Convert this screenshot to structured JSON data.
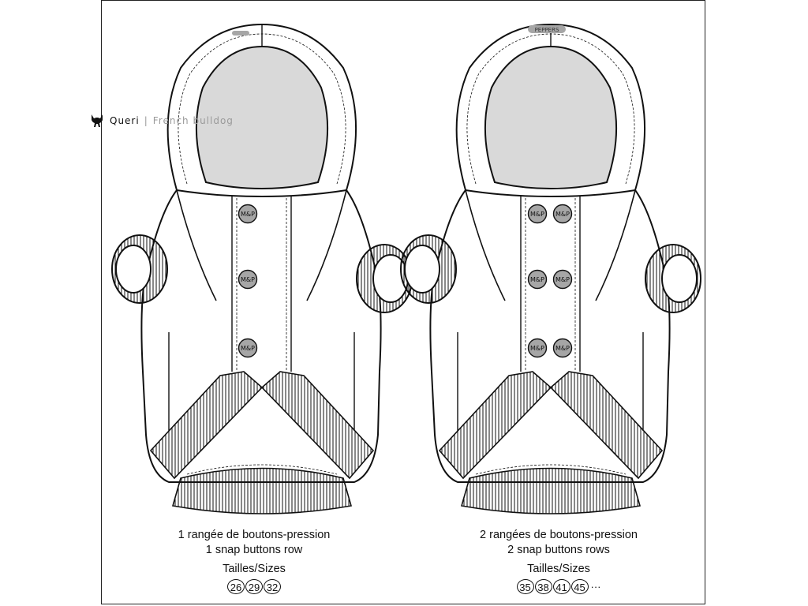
{
  "brand": {
    "name": "Queri",
    "separator": "|",
    "tagline": "French bulldog",
    "logo_icon": "french-bulldog-icon"
  },
  "buttons": {
    "label": "M&P"
  },
  "hood_tag_text": "PEPPERS",
  "left": {
    "line1": "1 rangée de boutons-pression",
    "line2": "1 snap buttons row",
    "sizes_label": "Tailles/Sizes",
    "sizes": [
      "26",
      "29",
      "32"
    ],
    "more": ""
  },
  "right": {
    "line1": "2 rangées de boutons-pression",
    "line2": "2 snap buttons rows",
    "sizes_label": "Tailles/Sizes",
    "sizes": [
      "35",
      "38",
      "41",
      "45"
    ],
    "more": "···"
  },
  "colors": {
    "outline": "#111111",
    "hood_inner": "#d9d9d9",
    "button_fill": "#a6a6a6",
    "background": "#ffffff"
  }
}
